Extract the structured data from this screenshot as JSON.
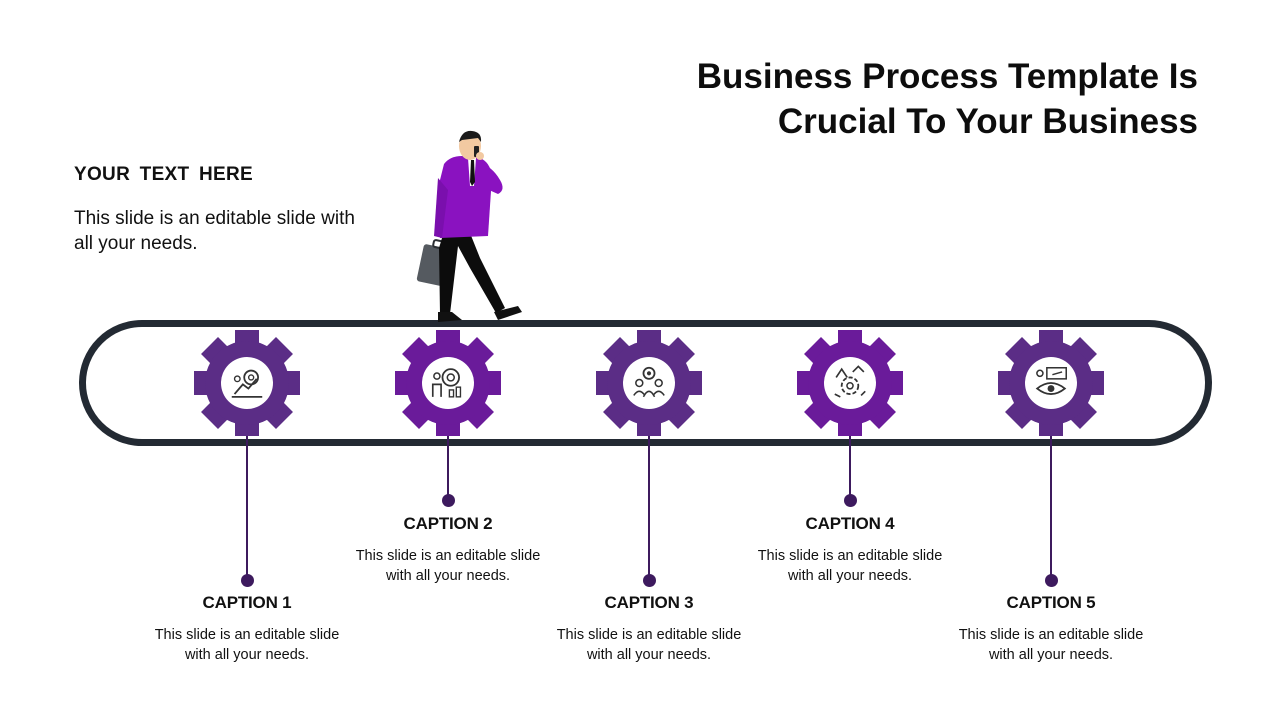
{
  "slide": {
    "title_line1": "Business Process Template Is",
    "title_line2": "Crucial To Your Business",
    "intro_heading": "YOUR  TEXT HERE",
    "intro_body": "This slide is an editable slide with all your needs."
  },
  "colors": {
    "accent": "#5b2d86",
    "accent_dark": "#3d1a5e",
    "track": "#232a33",
    "suit": "#8a12c0"
  },
  "steps": [
    {
      "caption": "CAPTION 1",
      "text": "This slide is an editable slide with all your needs.",
      "icon": "growth-chart-gear-icon"
    },
    {
      "caption": "CAPTION 2",
      "text": "This slide is an editable slide with all your needs.",
      "icon": "target-presentation-icon"
    },
    {
      "caption": "CAPTION 3",
      "text": "This slide is an editable slide with all your needs.",
      "icon": "team-people-icon"
    },
    {
      "caption": "CAPTION 4",
      "text": "This slide is an editable slide with all your needs.",
      "icon": "process-gear-arrows-icon"
    },
    {
      "caption": "CAPTION 5",
      "text": "This slide is an editable slide with all your needs.",
      "icon": "vision-eye-chart-icon"
    }
  ]
}
